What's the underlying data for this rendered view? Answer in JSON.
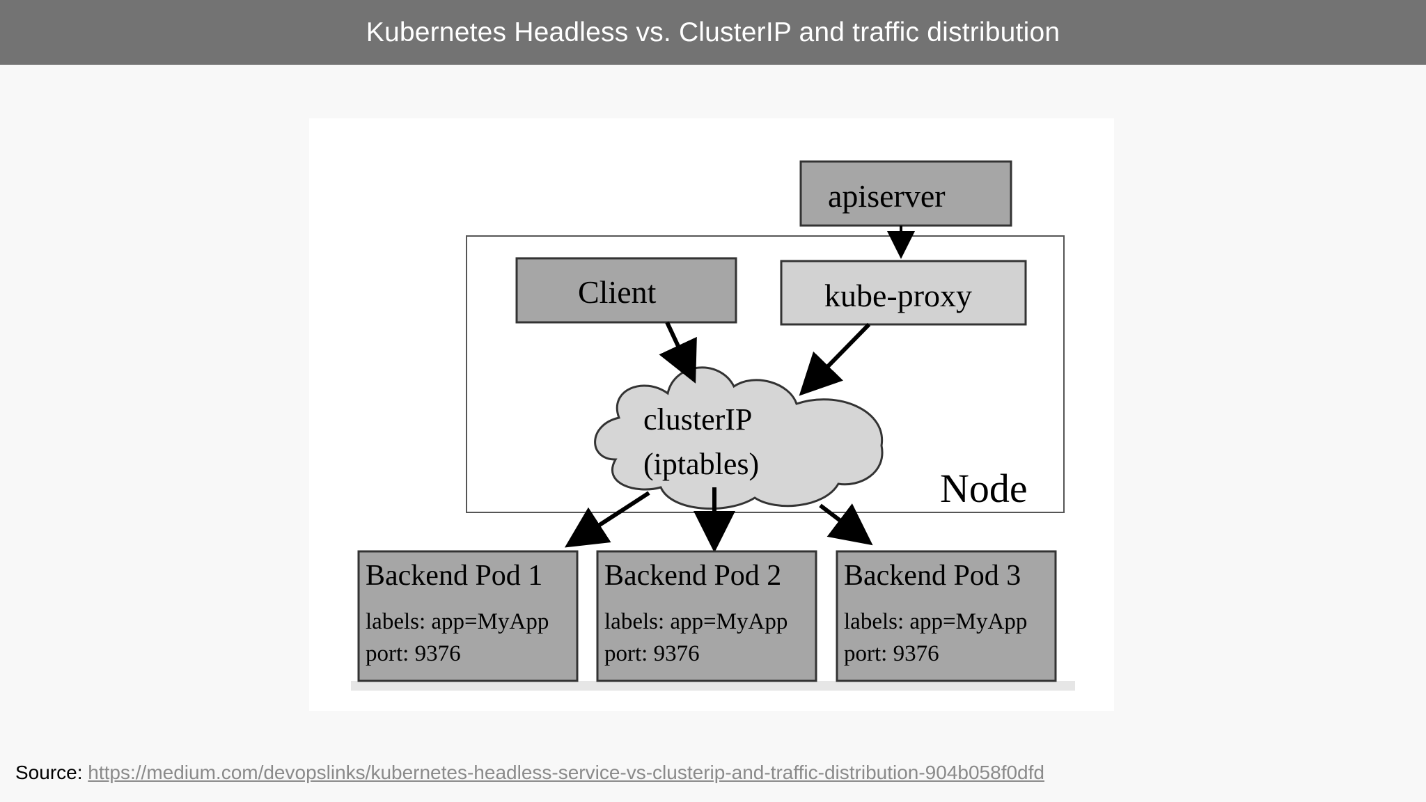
{
  "header": {
    "title": "Kubernetes Headless vs. ClusterIP and traffic distribution"
  },
  "diagram": {
    "apiserver": "apiserver",
    "node_label": "Node",
    "client": "Client",
    "kube_proxy": "kube-proxy",
    "cluster_line1": "clusterIP",
    "cluster_line2": "(iptables)",
    "pods": [
      {
        "title": "Backend Pod 1",
        "labels": "labels: app=MyApp",
        "port": "port: 9376"
      },
      {
        "title": "Backend Pod 2",
        "labels": "labels: app=MyApp",
        "port": "port: 9376"
      },
      {
        "title": "Backend Pod 3",
        "labels": "labels: app=MyApp",
        "port": "port: 9376"
      }
    ],
    "colors": {
      "dark_box": "#a6a6a6",
      "light_box": "#d2d2d2",
      "cloud": "#d6d6d6",
      "stroke": "#333333"
    }
  },
  "footer": {
    "source_label": "Source:",
    "source_url": "https://medium.com/devopslinks/kubernetes-headless-service-vs-clusterip-and-traffic-distribution-904b058f0dfd"
  }
}
